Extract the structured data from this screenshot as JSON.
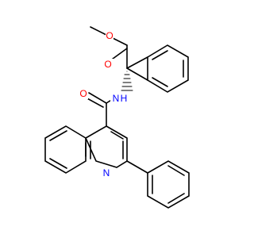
{
  "molecule": {
    "atoms": {
      "ester_o_carbonyl": {
        "label": "O",
        "color": "#ff0000"
      },
      "ester_o_single": {
        "label": "O",
        "color": "#ff0000"
      },
      "amide_o": {
        "label": "O",
        "color": "#ff0000"
      },
      "amide_n": {
        "label": "N",
        "color": "#0000ff"
      },
      "amide_h": {
        "label": "H",
        "color": "#0000ff"
      },
      "ring_n": {
        "label": "N",
        "color": "#0000ff"
      }
    },
    "bond_color": "#000000"
  }
}
